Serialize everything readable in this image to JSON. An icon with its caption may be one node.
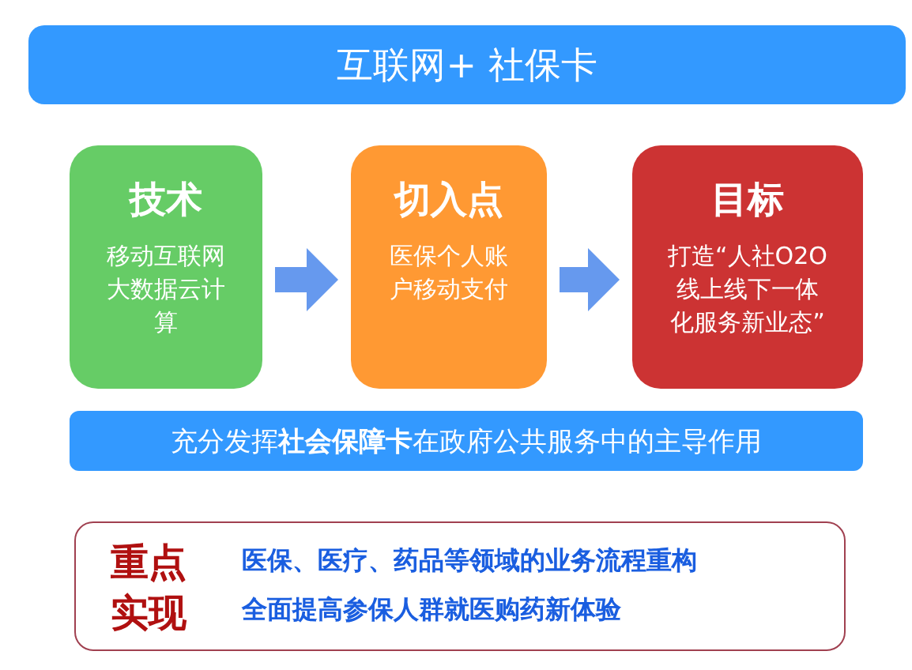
{
  "diagram": {
    "nodes": [
      {
        "text": [
          "互联网+ 社保卡"
        ]
      },
      {
        "text": [
          "技术",
          "移动互联网大数据云计算"
        ]
      },
      {
        "text": [
          "切入点",
          "医保个人账户移动支付"
        ]
      },
      {
        "text": [
          "目标",
          "打造“人社O2O线上线下一体化服务新业态”"
        ]
      },
      {
        "text": [
          "充分发挥**社会保障卡**在政府公共服务中的主导作用"
        ]
      },
      {
        "text": [
          "重点实现",
          "医保、医疗、药品等领域的业务流程重构",
          "全面提高参保人群就医购药新体验"
        ]
      }
    ],
    "edges": [
      {
        "from": 1,
        "to": 2,
        "arrow": "to"
      },
      {
        "from": 2,
        "to": 3,
        "arrow": "to"
      }
    ]
  }
}
